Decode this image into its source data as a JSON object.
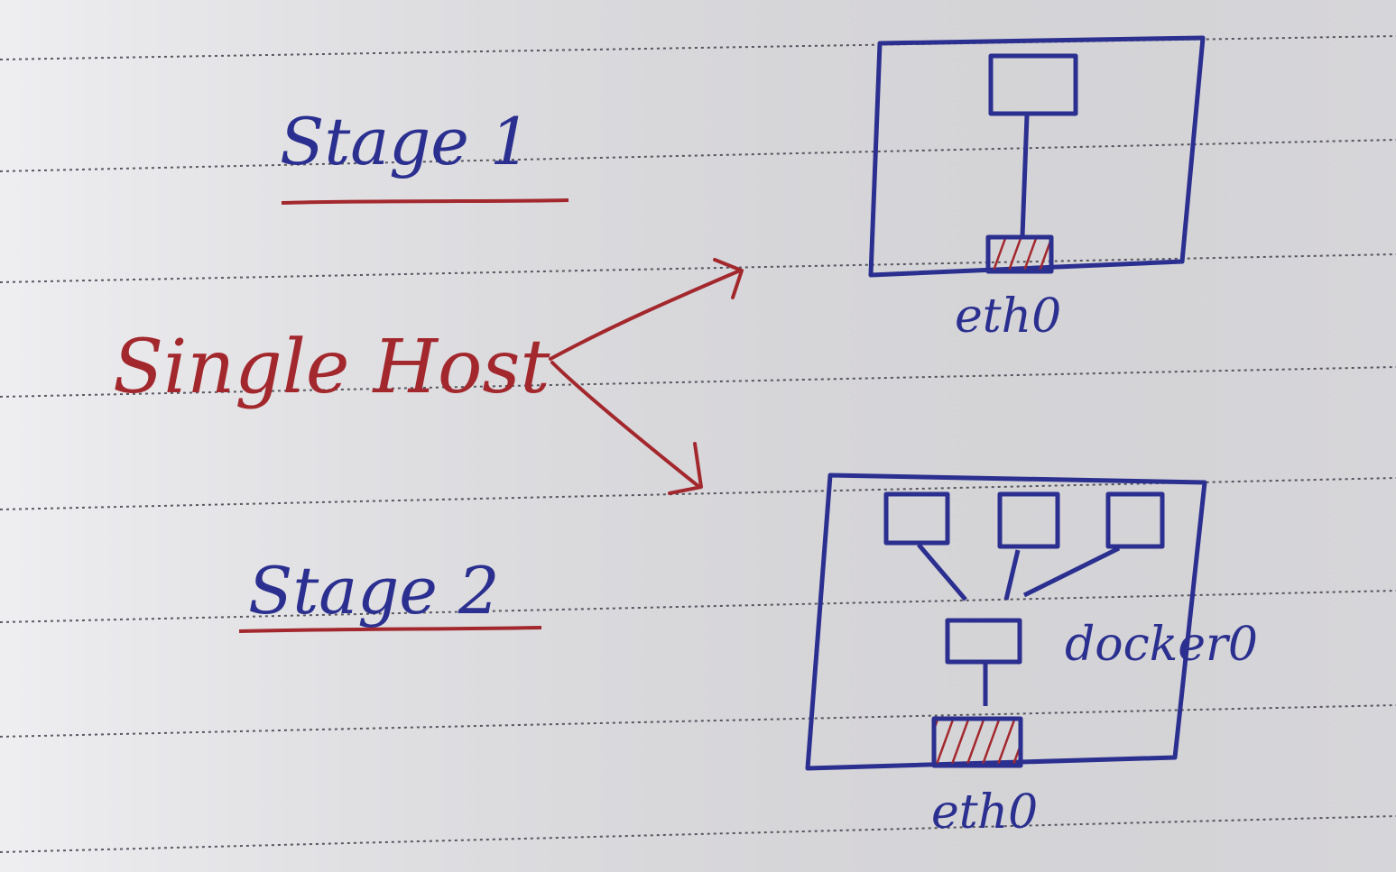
{
  "labels": {
    "stage1": "Stage 1",
    "stage2": "Stage 2",
    "single_host": "Single Host",
    "eth0_stage1": "eth0",
    "eth0_stage2": "eth0",
    "docker0": "docker0"
  },
  "colors": {
    "blue_ink": "#2b2f8f",
    "red_ink": "#a3282d",
    "paper": "#e9e8ec",
    "rule_line": "#2a2a35"
  }
}
